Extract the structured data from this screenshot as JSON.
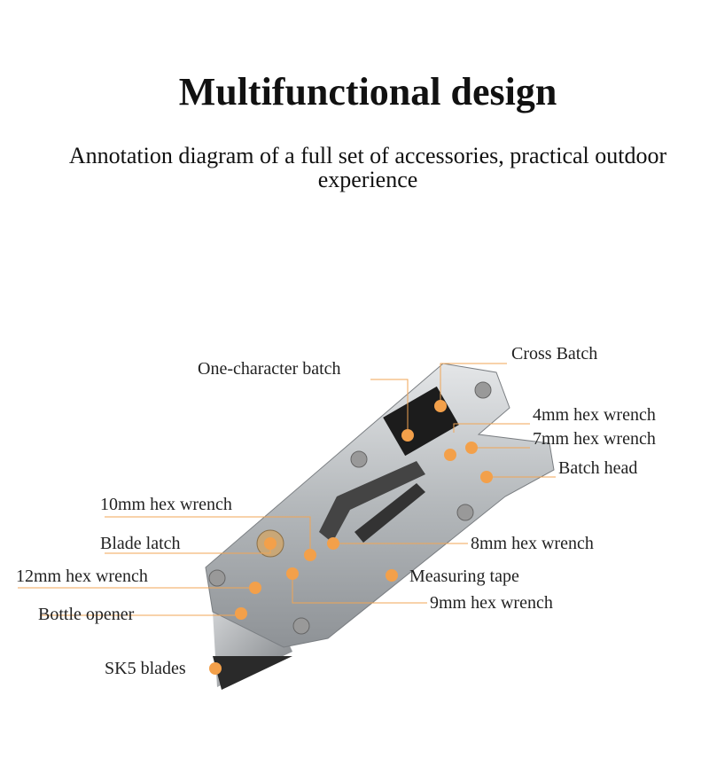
{
  "title": "Multifunctional design",
  "subtitle": "Annotation diagram of a full set of accessories, practical outdoor experience",
  "annotations": [
    {
      "id": "one-character-batch",
      "label": "One-character batch"
    },
    {
      "id": "cross-batch",
      "label": "Cross Batch"
    },
    {
      "id": "hex-4mm",
      "label": "4mm hex wrench"
    },
    {
      "id": "hex-7mm",
      "label": "7mm hex wrench"
    },
    {
      "id": "batch-head",
      "label": "Batch head"
    },
    {
      "id": "hex-10mm",
      "label": "10mm hex wrench"
    },
    {
      "id": "blade-latch",
      "label": "Blade latch"
    },
    {
      "id": "hex-8mm",
      "label": "8mm hex wrench"
    },
    {
      "id": "hex-12mm",
      "label": "12mm hex wrench"
    },
    {
      "id": "measuring-tape",
      "label": "Measuring tape"
    },
    {
      "id": "bottle-opener",
      "label": "Bottle opener"
    },
    {
      "id": "hex-9mm",
      "label": "9mm hex wrench"
    },
    {
      "id": "sk5-blades",
      "label": "SK5 blades"
    }
  ],
  "colors": {
    "accent": "#f3a04a",
    "metal": "#b9bcbf"
  }
}
